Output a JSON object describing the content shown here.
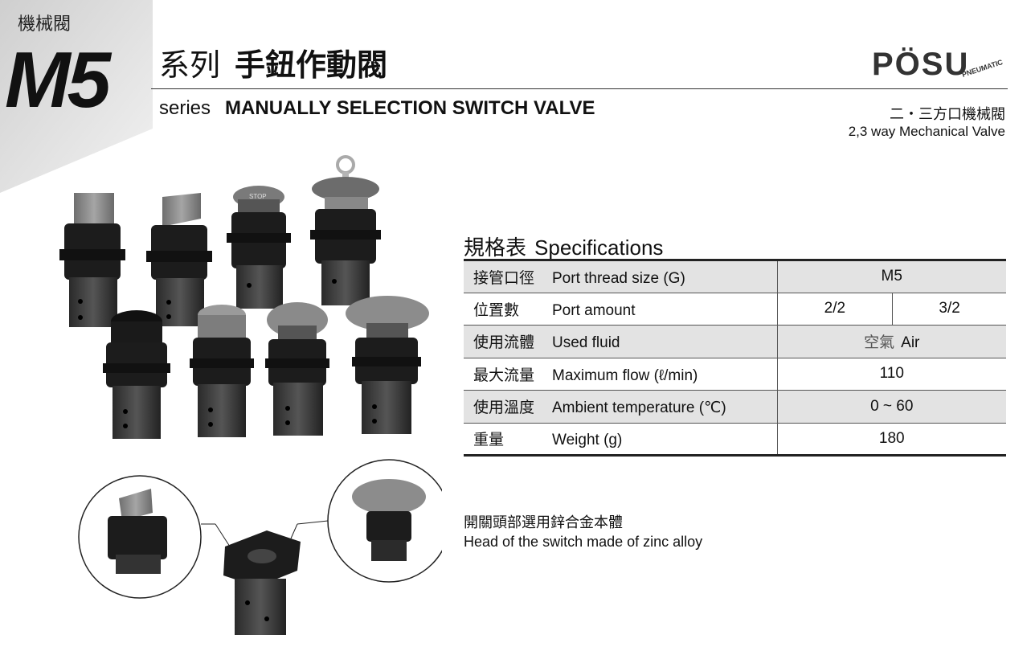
{
  "header": {
    "category_label": "機械閥",
    "model": "M5",
    "series_zh": "系列",
    "name_zh": "手鈕作動閥",
    "series_en": "series",
    "name_en": "MANUALLY SELECTION SWITCH VALVE",
    "logo_text": "PÖSU",
    "logo_sub": "PNEUMATIC",
    "category_zh": "二・三方口機械閥",
    "category_en": "2,3 way Mechanical Valve"
  },
  "specifications": {
    "heading_zh": "規格表",
    "heading_en": "Specifications",
    "rows": [
      {
        "label_zh": "接管口徑",
        "label_en": "Port thread size (G)",
        "value": "M5"
      },
      {
        "label_zh": "位置數",
        "label_en": "Port amount",
        "values": [
          "2/2",
          "3/2"
        ]
      },
      {
        "label_zh": "使用流體",
        "label_en": "Used fluid",
        "value_zh": "空氣",
        "value_en": "Air"
      },
      {
        "label_zh": "最大流量",
        "label_en": "Maximum flow (ℓ/min)",
        "value": "110"
      },
      {
        "label_zh": "使用溫度",
        "label_en": "Ambient temperature (℃)",
        "value": "0 ~ 60"
      },
      {
        "label_zh": "重量",
        "label_en": "Weight (g)",
        "value": "180"
      }
    ]
  },
  "note": {
    "zh": "開關頭部選用鋅合金本體",
    "en": "Head of the switch made of zinc alloy"
  },
  "products": {
    "stop_label": "STOP"
  },
  "colors": {
    "corner_gray": "#d9d9d9",
    "table_shade": "#e3e3e3",
    "product_dark": "#1c1c1c",
    "product_gray": "#8f8f8f"
  }
}
